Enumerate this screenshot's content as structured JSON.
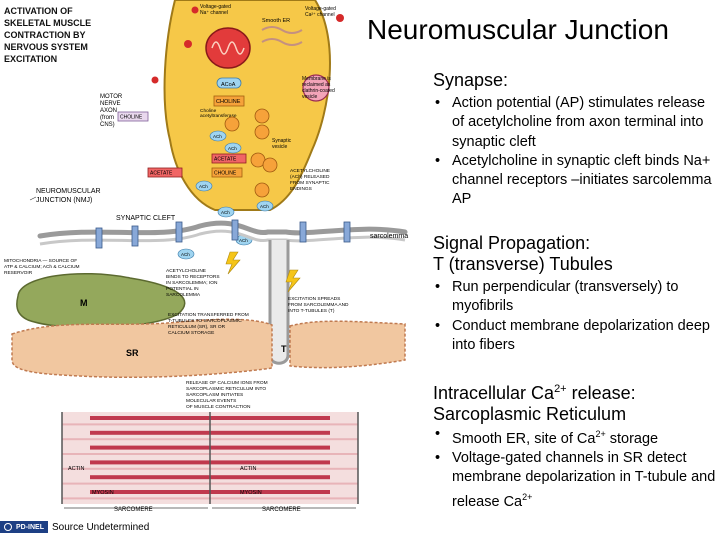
{
  "title": "Neuromuscular Junction",
  "sections": [
    {
      "heading": "Synapse:",
      "bullets": [
        "Action potential (AP) stimulates release of acetylcholine from axon terminal into synaptic cleft",
        "Acetylcholine in synaptic cleft binds Na+ channel receptors –initiates sarcolemma AP"
      ]
    },
    {
      "heading_line1": "Signal Propagation:",
      "heading_line2": "T (transverse) Tubules",
      "bullets": [
        "Run perpendicular (transversely) to myofibrils",
        "Conduct membrane depolarization deep into fibers"
      ]
    },
    {
      "heading_line1_pre": "Intracellular Ca",
      "heading_line1_sup": "2+",
      "heading_line1_post": " release:",
      "heading_line2": "Sarcoplasmic Reticulum",
      "bullets": [
        {
          "pre": "Smooth ER, site of Ca",
          "sup": "2+",
          "post": " storage"
        },
        {
          "pre": "Voltage-gated channels in SR detect membrane depolarization in T-tubule and release Ca",
          "sup": "2+",
          "post": ""
        }
      ]
    }
  ],
  "diagram": {
    "header_lines": [
      "ACTIVATION OF",
      "SKELETAL MUSCLE",
      "CONTRACTION BY",
      "NERVOUS SYSTEM",
      "EXCITATION"
    ],
    "labels": {
      "motor_nerve_axon": [
        "MOTOR",
        "NERVE",
        "AXON",
        "(from",
        "CNS)"
      ],
      "nmj": [
        "NEUROMUSCULAR",
        "JUNCTION (NMJ)"
      ],
      "synaptic_cleft": "SYNAPTIC CLEFT",
      "sarcolemma": "sarcolemma",
      "smooth_er": "Smooth ER",
      "na_channel": [
        "Voltage-gated",
        "Na⁺ channel"
      ],
      "ca_channel": [
        "Voltage-gated",
        "Ca²⁺ channel"
      ],
      "choline": "CHOLINE",
      "acetate": "ACETATE",
      "ach": "ACh",
      "acoa": "ACoA",
      "mitochondrion": "M",
      "sr": "SR",
      "t_tubule": "T",
      "actin": "ACTIN",
      "myosin": "MYOSIN",
      "sarcomere": "SARCOMERE",
      "choline_acetyltransferase": [
        "Choline",
        "acetyltransferase"
      ],
      "synaptic_vesicle": [
        "Synaptic",
        "vesicle"
      ],
      "membrane_fusion": [
        "Membrane is",
        "reclaimed as",
        "clathrin-coated",
        "vesicle"
      ],
      "ach_release": [
        "ACETYLCHOLINE",
        "(ACh) RELEASED",
        "FROM SYNAPTIC",
        "ENDINGS"
      ],
      "mito_note": [
        "MITOCHONDRIA — SOURCE OF",
        "ATP & CALCIUM; ACh & CALCIUM",
        "RESERVOIR"
      ],
      "ach_binds": [
        "ACETYLCHOLINE",
        "BINDS TO RECEPTORS",
        "IN SARCOLEMMA; ION",
        "POTENTIAL IN",
        "SARCOLEMMA"
      ],
      "excitation_spreads": [
        "EXCITATION SPREADS",
        "FROM SARCOLEMMA AND",
        "INTO T-TUBULES (T)"
      ],
      "excitation_transferred": [
        "EXCITATION TRANSFERRED FROM",
        "T-TUBULES TO SARCOPLASMIC",
        "RETICULUM (SR), SR OR",
        "CALCIUM STORAGE"
      ],
      "calcium_release": [
        "RELEASE OF CALCIUM IONS FROM",
        "SARCOPLASMIC RETICULUM INTO",
        "SARCOPLASM INITIATES",
        "MOLECULAR EVENTS",
        "OF MUSCLE CONTRACTION"
      ]
    },
    "footer_badge": "PD-INEL",
    "footer_source": "Source Undetermined"
  },
  "colors": {
    "terminal_fill": "#f6c848",
    "terminal_stroke": "#a07a18",
    "mito_fill": "#e23b3b",
    "muscle_fill": "#f4c9b6",
    "muscle_stroke": "#c49080",
    "sr_fill": "#f1c7a0",
    "mito_green": "#94a85c",
    "receptor_fill": "#88a8d8",
    "sarcomere_red": "#c0394e",
    "sarcomere_pink": "#e8b4b8",
    "badge_blue": "#1d3f84"
  }
}
